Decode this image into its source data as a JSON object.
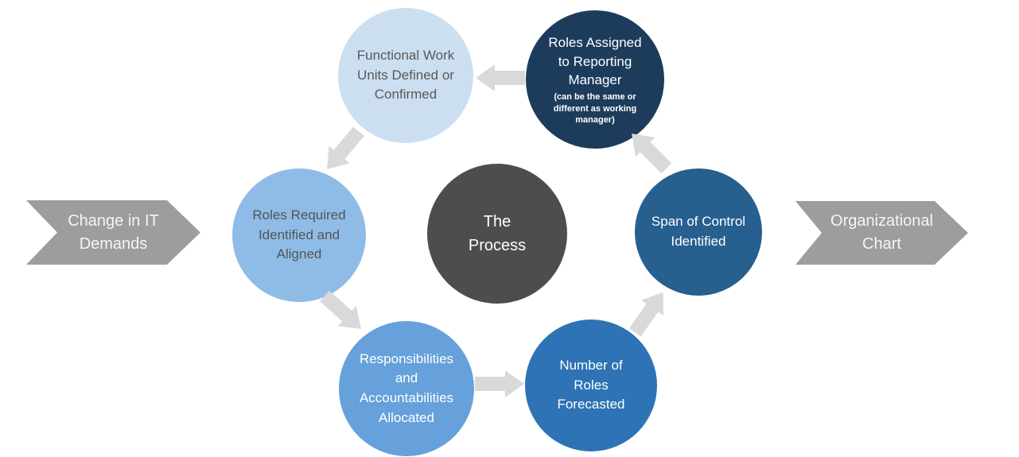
{
  "input_arrow": {
    "label": "Change in IT Demands"
  },
  "output_arrow": {
    "label": "Organizational Chart"
  },
  "center_circle": {
    "line1": "The",
    "line2": "Process",
    "color": "#4d4d4d",
    "text_color": "#ffffff"
  },
  "steps": [
    {
      "label": "Functional Work Units Defined or Confirmed",
      "color": "#cbdff1",
      "text_color": "#595959"
    },
    {
      "label": "Roles Required Identified and Aligned",
      "color": "#8fbce6",
      "text_color": "#545454"
    },
    {
      "label": "Responsibilities and Accountabilities Allocated",
      "color": "#66a1db",
      "text_color": "#ffffff"
    },
    {
      "label": "Number of Roles Forecasted",
      "color": "#2d73b5",
      "text_color": "#ffffff"
    },
    {
      "label": "Span of Control Identified",
      "color": "#275f8f",
      "text_color": "#ffffff"
    },
    {
      "label": "Roles Assigned to Reporting Manager",
      "sublabel": "(can be the same or different as working manager)",
      "color": "#1d3c5c",
      "text_color": "#ffffff"
    }
  ],
  "colors": {
    "connector_arrow": "#d9d9d9",
    "chevron": "#9d9d9d",
    "chevron_text": "#f5f5f5",
    "background": "#ffffff"
  }
}
